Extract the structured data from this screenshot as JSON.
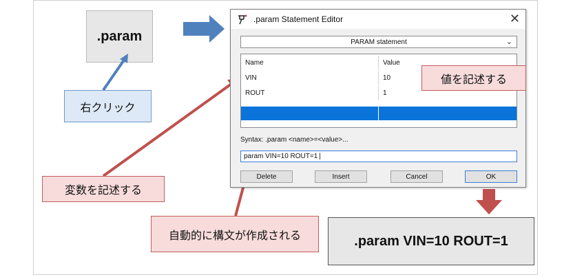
{
  "param_box": {
    "label": ".param"
  },
  "callouts": {
    "right_click": "右クリック",
    "enter_value": "値を記述する",
    "enter_variable": "変数を記述する",
    "auto_syntax": "自動的に構文が作成される"
  },
  "dialog": {
    "title": ".param Statement Editor",
    "close_symbol": "✕",
    "dropdown_value": "PARAM statement",
    "grid": {
      "headers": [
        "Name",
        "Value"
      ],
      "rows": [
        {
          "name": "VIN",
          "value": "10"
        },
        {
          "name": "ROUT",
          "value": "1"
        }
      ]
    },
    "syntax_hint": "Syntax: .param <name>=<value>...",
    "command_text": "param VIN=10 ROUT=1",
    "buttons": {
      "delete": "Delete",
      "insert": "Insert",
      "cancel": "Cancel",
      "ok": "OK"
    }
  },
  "result": {
    "label": ".param VIN=10 ROUT=1"
  },
  "colors": {
    "blue_arrow": "#4f81bd",
    "red_arrow": "#c0504d",
    "selection": "#0a74da"
  }
}
